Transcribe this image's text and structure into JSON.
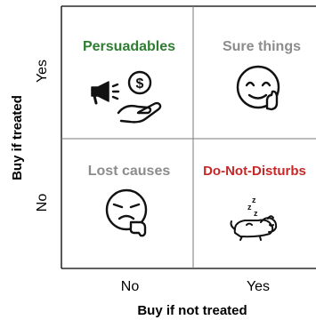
{
  "axes": {
    "y_title": "Buy if treated",
    "x_title": "Buy if not treated",
    "y_ticks": [
      "Yes",
      "No"
    ],
    "x_ticks": [
      "No",
      "Yes"
    ]
  },
  "quadrants": {
    "top_left": {
      "label": "Persuadables",
      "color": "#2e7d32",
      "icon": "megaphone-coin-hand-icon"
    },
    "top_right": {
      "label": "Sure things",
      "color": "#8c8c8c",
      "icon": "smiling-thumbs-up-face-icon"
    },
    "bottom_left": {
      "label": "Lost causes",
      "color": "#8c8c8c",
      "icon": "sad-thumbs-down-face-icon"
    },
    "bottom_right": {
      "label": "Do-Not-Disturbs",
      "color": "#c62828",
      "icon": "sleeping-dog-icon"
    }
  },
  "colors": {
    "frame": "#000000",
    "divider": "#7a7a7a",
    "icon_stroke": "#111111"
  }
}
